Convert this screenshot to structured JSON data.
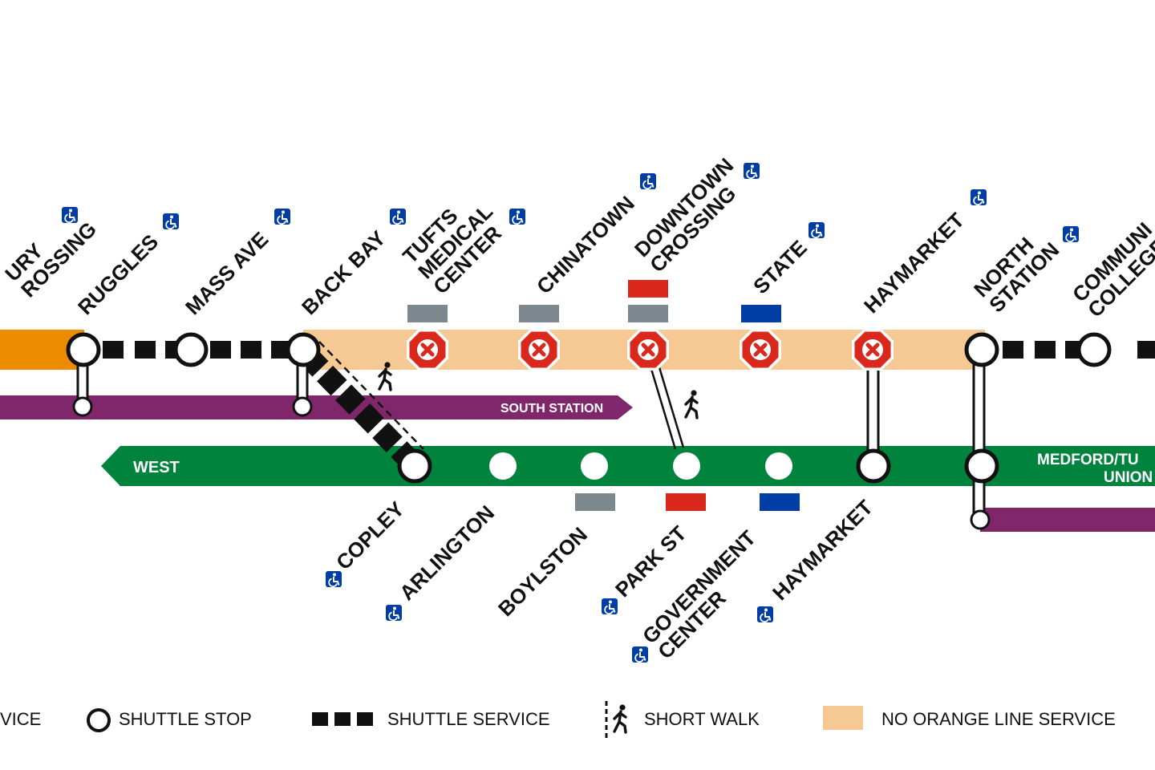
{
  "colors": {
    "orange": "#ED8B00",
    "orange_suspended": "#F6C894",
    "purple": "#80276C",
    "green": "#00843D",
    "red": "#DA291C",
    "blue": "#003DA5",
    "silver": "#7C878E",
    "black": "#111111"
  },
  "orange_line_stations": {
    "jackson_square_partial": "URY\nROSSING",
    "ruggles": "RUGGLES",
    "mass_ave": "MASS AVE",
    "back_bay": "BACK BAY",
    "tufts": "TUFTS\nMEDICAL\nCENTER",
    "chinatown": "CHINATOWN",
    "downtown_crossing": "DOWNTOWN\nCROSSING",
    "state": "STATE",
    "haymarket": "HAYMARKET",
    "north_station": "NORTH\nSTATION",
    "community_college": "COMMUNI\nCOLLEGE"
  },
  "green_line_stations": {
    "copley": "COPLEY",
    "arlington": "ARLINGTON",
    "boylston": "BOYLSTON",
    "park_st": "PARK ST",
    "government_center": "GOVERNMENT\nCENTER",
    "haymarket": "HAYMARKET"
  },
  "line_labels": {
    "south_station": "SOUTH STATION",
    "west": "WEST",
    "medford": "MEDFORD/TU",
    "union": "UNION"
  },
  "legend": {
    "service_partial": "VICE",
    "shuttle_stop": "SHUTTLE STOP",
    "shuttle_service": "SHUTTLE SERVICE",
    "short_walk": "SHORT WALK",
    "no_orange": "NO ORANGE LINE SERVICE"
  },
  "icons": {
    "accessible": "wheelchair-accessible-icon",
    "closed": "station-closed-icon",
    "walk": "pedestrian-walk-icon"
  }
}
